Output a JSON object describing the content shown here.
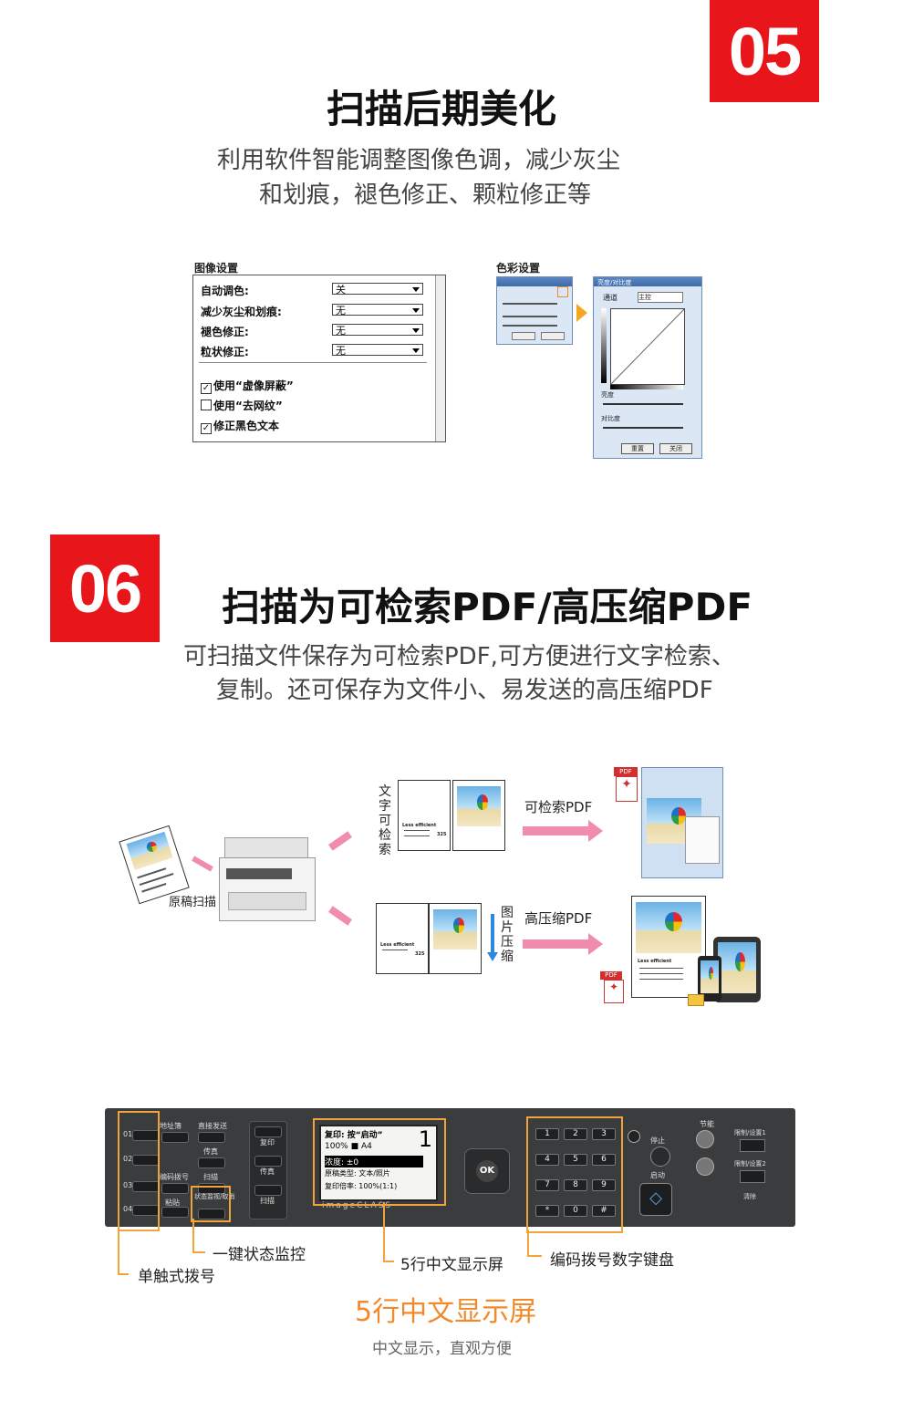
{
  "section05": {
    "badge": "05",
    "title": "扫描后期美化",
    "desc_line1": "利用软件智能调整图像色调，减少灰尘",
    "desc_line2": "和划痕，褪色修正、颗粒修正等"
  },
  "image_settings": {
    "heading": "图像设置",
    "rows": [
      {
        "label": "自动调色:",
        "value": "关"
      },
      {
        "label": "减少灰尘和划痕:",
        "value": "无"
      },
      {
        "label": "褪色修正:",
        "value": "无"
      },
      {
        "label": "粒状修正:",
        "value": "无"
      }
    ],
    "checks": [
      {
        "label": "使用“虚像屏蔽”",
        "checked": true
      },
      {
        "label": "使用“去网纹”",
        "checked": false
      },
      {
        "label": "修正黑色文本",
        "checked": true
      }
    ]
  },
  "color_settings": {
    "heading": "色彩设置",
    "curve_title": "亮度/对比度",
    "channel_label": "通道",
    "channel_value": "主控",
    "brightness_label": "亮度",
    "contrast_label": "对比度",
    "reset_button": "重置",
    "close_button": "关闭"
  },
  "section06": {
    "badge": "06",
    "title": "扫描为可检索PDF/高压缩PDF",
    "desc_line1": "可扫描文件保存为可检索PDF,可方便进行文字检索、",
    "desc_line2": "复制。还可保存为文件小、易发送的高压缩PDF"
  },
  "flow": {
    "original_label": "原稿扫描",
    "text_searchable_vertical": "文字可检索",
    "image_compress_vertical": "图片压缩",
    "searchable_pdf_label": "可检索PDF",
    "compressed_pdf_label": "高压缩PDF",
    "doc_heading": "Less efficient",
    "doc_number": "325",
    "pdf_tag": "PDF"
  },
  "panel": {
    "lcd_lines": [
      "复印: 按“启动”",
      "100%  ■  A4",
      "浓度: ±0",
      "原稿类型: 文本/照片",
      "复印倍率: 100%(1:1)"
    ],
    "lcd_count": "1",
    "brand": "imageCLASS",
    "left_keys": [
      "01",
      "02",
      "03",
      "04"
    ],
    "left_labels": [
      "地址簿",
      "编码拨号",
      "粘贴",
      "状态监视/取消",
      "直接发送",
      "传真",
      "扫描"
    ],
    "mid_labels": [
      "复印",
      "传真",
      "扫描"
    ],
    "nav_ok": "OK",
    "keypad": [
      "1",
      "2",
      "3",
      "4",
      "5",
      "6",
      "7",
      "8",
      "9",
      "*",
      "0",
      "#"
    ],
    "right_labels": [
      "停止",
      "启动",
      "节能",
      "限制/设置1",
      "限制/设置2",
      "清除"
    ]
  },
  "callouts": {
    "status_monitor": "一键状态监控",
    "lcd": "5行中文显示屏",
    "keypad": "编码拨号数字键盘",
    "one_touch": "单触式拨号"
  },
  "footer": {
    "title": "5行中文显示屏",
    "subtitle": "中文显示，直观方便"
  },
  "colors": {
    "badge_red": "#e8151b",
    "accent_orange": "#f28a2c",
    "arrow_pink": "#f08cae"
  }
}
